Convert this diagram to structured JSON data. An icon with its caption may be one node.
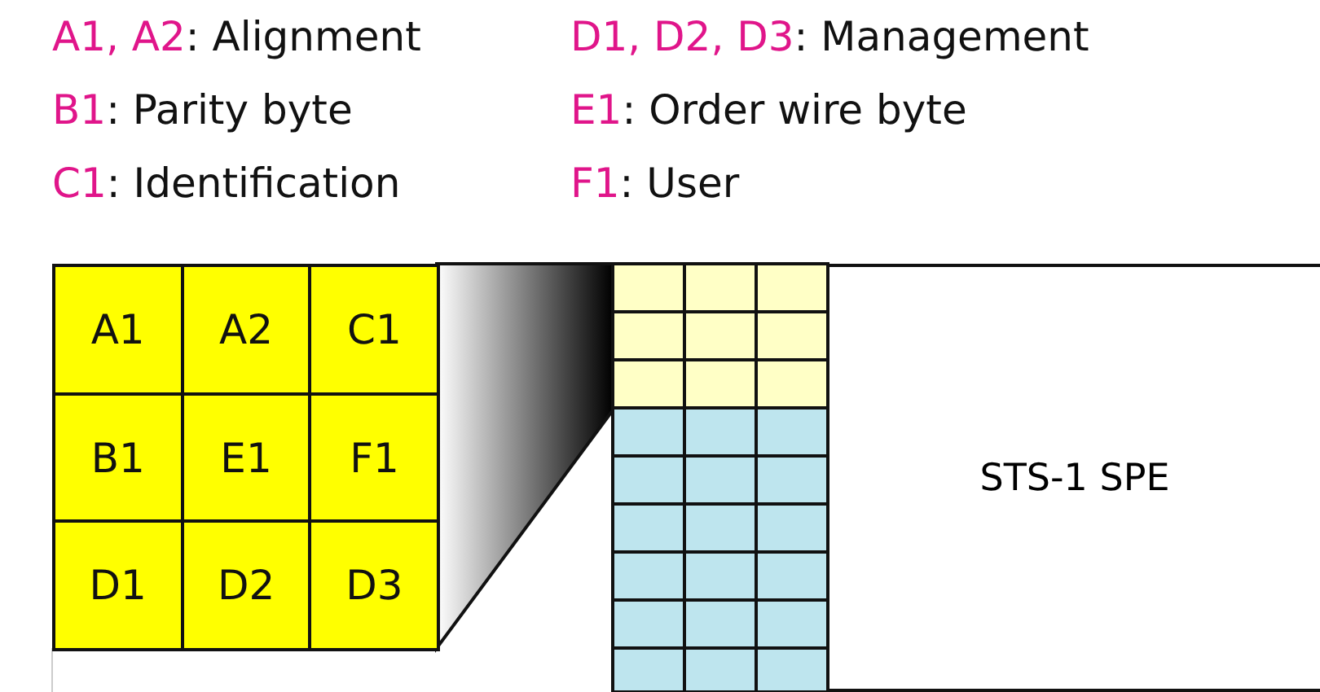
{
  "diagram": {
    "nodes": [
      {
        "text": [
          "A1"
        ]
      },
      {
        "text": [
          "A2"
        ]
      },
      {
        "text": [
          "C1"
        ]
      },
      {
        "text": [
          "B1"
        ]
      },
      {
        "text": [
          "E1"
        ]
      },
      {
        "text": [
          "F1"
        ]
      },
      {
        "text": [
          "D1"
        ]
      },
      {
        "text": [
          "D2"
        ]
      },
      {
        "text": [
          "D3"
        ]
      },
      {
        "text": [
          "STS-1 SPE"
        ]
      }
    ],
    "labels": [
      "A1, A2: Alignment",
      "D1, D2, D3: Management",
      "B1: Parity byte",
      "E1: Order wire byte",
      "C1: Identification",
      "F1: User"
    ]
  }
}
